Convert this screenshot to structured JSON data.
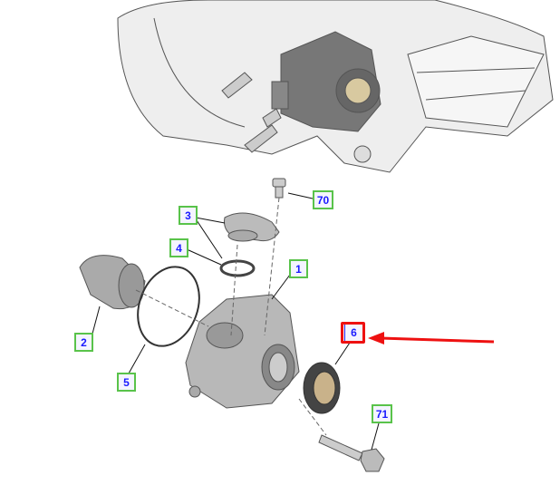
{
  "diagram": {
    "callouts": [
      {
        "id": "70",
        "label": "70"
      },
      {
        "id": "3",
        "label": "3"
      },
      {
        "id": "4",
        "label": "4"
      },
      {
        "id": "1",
        "label": "1"
      },
      {
        "id": "2",
        "label": "2"
      },
      {
        "id": "5",
        "label": "5"
      },
      {
        "id": "6",
        "label": "6"
      },
      {
        "id": "71",
        "label": "71"
      }
    ],
    "highlighted_callout": "6",
    "colors": {
      "callout_border": "#59c34a",
      "callout_text": "#1a1aff",
      "highlight": "#ee1111"
    }
  }
}
